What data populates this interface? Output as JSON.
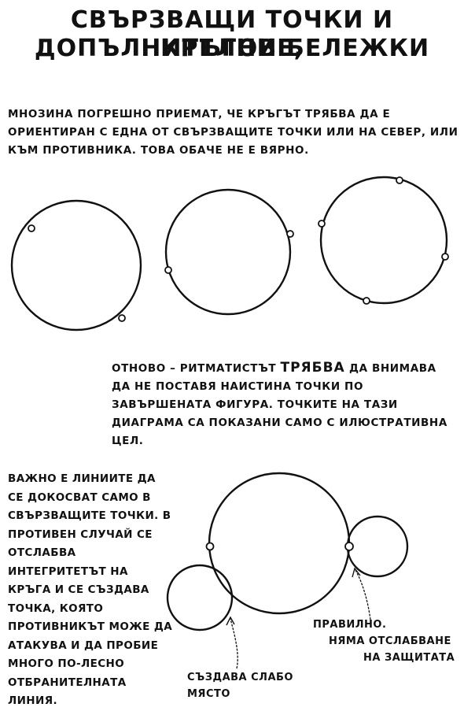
{
  "title": {
    "line1": "Свързващи точки и кръгове,",
    "line2": "допълнителни бележки"
  },
  "intro_text": "Мнозина погрешно приемат, че кръгът трябва да е ориентиран с една от свързващите точки или на север, или към противника. Това обаче не е вярно.",
  "note": {
    "before": "Отново – ритматистът ",
    "emphasis": "ТРЯБВА",
    "after": " да внимава да не поставя наистина точки по завършената фигура. Точките на тази диаграма са показани само с илюстративна цел."
  },
  "side_text": "Важно е линиите да се докосват само в свързващите точки. В противен случай се отслабва интегритетът на кръга и се създава точка, която противникът може да атакува и да пробие много по-лесно отбранителната линия.",
  "captions": {
    "weak": "Създава слабо място",
    "correct_line1": "Правилно.",
    "correct_line2": "Няма отслабване",
    "correct_line3": "на защитата"
  },
  "colors": {
    "ink": "#111111",
    "background": "#ffffff"
  }
}
